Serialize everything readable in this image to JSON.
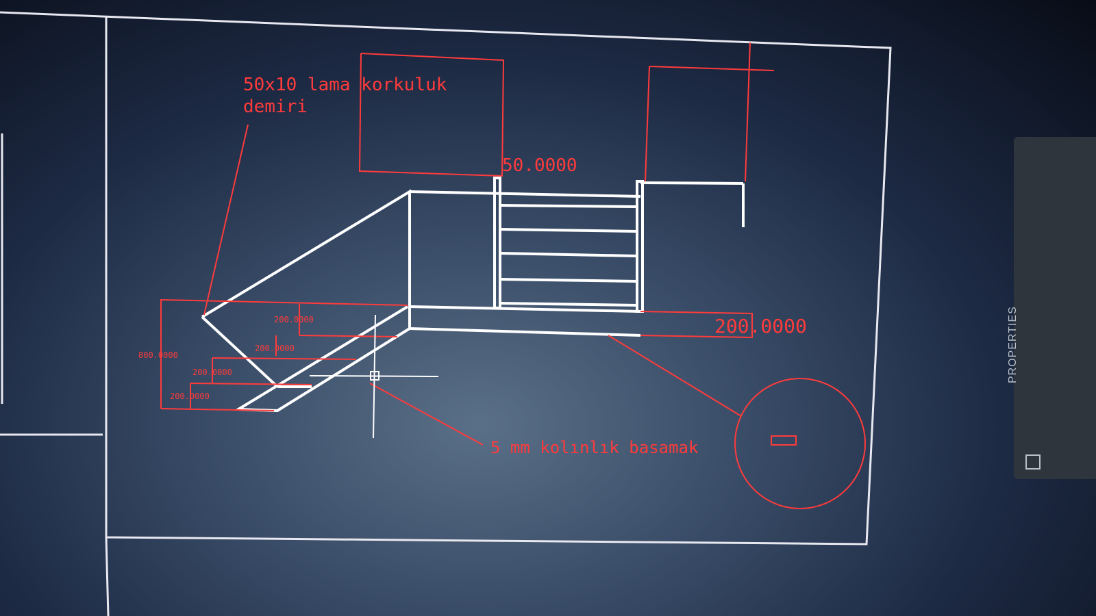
{
  "app": {
    "palette_label": "PROPERTIES",
    "palette_icon": "properties-icon"
  },
  "drawing": {
    "annotation_railing": [
      "50x10 lama korkuluk",
      "demiri"
    ],
    "dim_top": "50.0000",
    "dim_right": "200.0000",
    "step_dims": [
      "200.0000",
      "200.0000",
      "200.0000",
      "200.0000",
      "800.0000"
    ],
    "annotation_step": "5 mm kolınlık basamak",
    "colors": {
      "geometry": "#ffffff",
      "annotation": "#ff3b3b",
      "background": "#2c3d5a"
    }
  }
}
